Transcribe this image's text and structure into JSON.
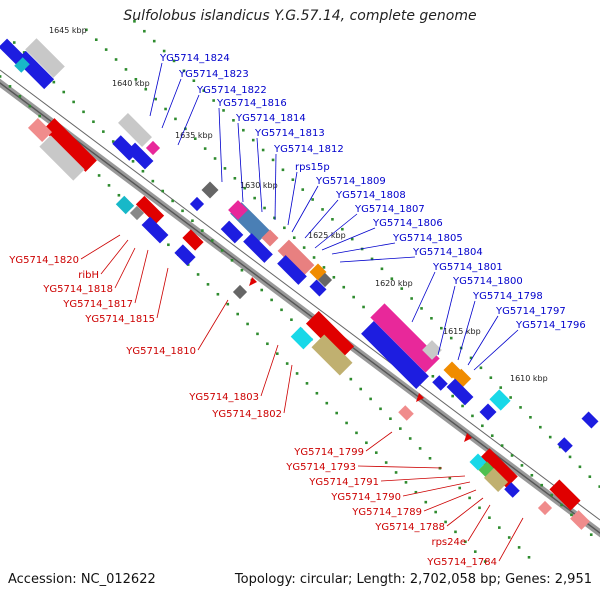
{
  "title": "Sulfolobus islandicus Y.G.57.14, complete genome",
  "footer": {
    "accession": "Accession: NC_012622",
    "summary": "Topology: circular; Length: 2,702,058 bp; Genes: 2,951"
  },
  "colors": {
    "axis": "#888888",
    "tick": "#2e8b2e",
    "forward_label": "#0000cc",
    "reverse_label": "#cc0000",
    "kbp_label": "#222222"
  },
  "kbp_marks": [
    "1645 kbp",
    "1640 kbp",
    "1635 kbp",
    "1630 kbp",
    "1625 kbp",
    "1620 kbp",
    "1615 kbp",
    "1610 kbp"
  ],
  "forward_labels": [
    "YG5714_1824",
    "YG5714_1823",
    "YG5714_1822",
    "YG5714_1816",
    "YG5714_1814",
    "YG5714_1813",
    "YG5714_1812",
    "rps15p",
    "YG5714_1809",
    "YG5714_1808",
    "YG5714_1807",
    "YG5714_1806",
    "YG5714_1805",
    "YG5714_1804",
    "YG5714_1801",
    "YG5714_1800",
    "YG5714_1798",
    "YG5714_1797",
    "YG5714_1796"
  ],
  "reverse_labels": [
    "YG5714_1820",
    "ribH",
    "YG5714_1818",
    "YG5714_1817",
    "YG5714_1815",
    "YG5714_1810",
    "YG5714_1803",
    "YG5714_1802",
    "YG5714_1799",
    "YG5714_1793",
    "YG5714_1791",
    "YG5714_1790",
    "YG5714_1789",
    "YG5714_1788",
    "rps24e",
    "YG5714_1784"
  ]
}
